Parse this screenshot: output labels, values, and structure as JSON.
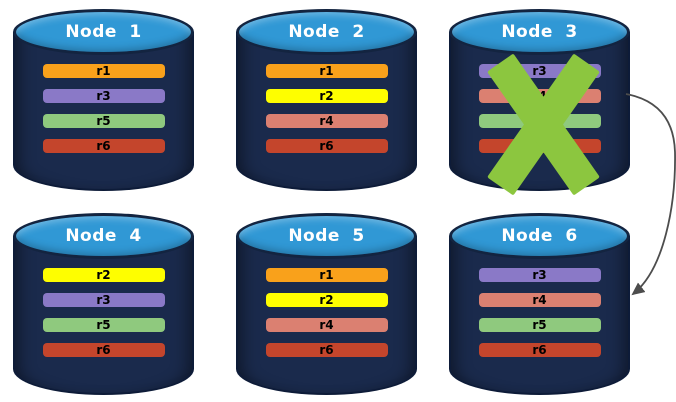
{
  "background": "#ffffff",
  "palette": {
    "cylinder_body": "#1a2a4c",
    "cylinder_outline": "#0d1b38",
    "cylinder_top": "#3098d5",
    "title_color": "#ffffff",
    "bar_label_color": "#000000"
  },
  "failure_mark": {
    "shape": "x-cross",
    "color": "#8cc63f",
    "over_node": "Node 3"
  },
  "arrow": {
    "color": "#4d4d4d",
    "from": "Node 3",
    "to": "Node 6"
  },
  "nodes": [
    {
      "name": "Node 1",
      "failed": false,
      "replicas": [
        {
          "label": "r1",
          "color": "#f9a11b"
        },
        {
          "label": "r3",
          "color": "#8a79c7"
        },
        {
          "label": "r5",
          "color": "#8fc97e"
        },
        {
          "label": "r6",
          "color": "#c4452c"
        }
      ]
    },
    {
      "name": "Node 2",
      "failed": false,
      "replicas": [
        {
          "label": "r1",
          "color": "#f9a11b"
        },
        {
          "label": "r2",
          "color": "#fefe00"
        },
        {
          "label": "r4",
          "color": "#db8071"
        },
        {
          "label": "r6",
          "color": "#c4452c"
        }
      ]
    },
    {
      "name": "Node 3",
      "failed": true,
      "replicas": [
        {
          "label": "r3",
          "color": "#8a79c7"
        },
        {
          "label": "r4",
          "color": "#db8071"
        },
        {
          "label": "r5",
          "color": "#8fc97e"
        },
        {
          "label": "r6",
          "color": "#c4452c"
        }
      ]
    },
    {
      "name": "Node 4",
      "failed": false,
      "replicas": [
        {
          "label": "r2",
          "color": "#fefe00"
        },
        {
          "label": "r3",
          "color": "#8a79c7"
        },
        {
          "label": "r5",
          "color": "#8fc97e"
        },
        {
          "label": "r6",
          "color": "#c4452c"
        }
      ]
    },
    {
      "name": "Node 5",
      "failed": false,
      "replicas": [
        {
          "label": "r1",
          "color": "#f9a11b"
        },
        {
          "label": "r2",
          "color": "#fefe00"
        },
        {
          "label": "r4",
          "color": "#db8071"
        },
        {
          "label": "r6",
          "color": "#c4452c"
        }
      ]
    },
    {
      "name": "Node 6",
      "failed": false,
      "replicas": [
        {
          "label": "r3",
          "color": "#8a79c7"
        },
        {
          "label": "r4",
          "color": "#db8071"
        },
        {
          "label": "r5",
          "color": "#8fc97e"
        },
        {
          "label": "r6",
          "color": "#c4452c"
        }
      ]
    }
  ]
}
